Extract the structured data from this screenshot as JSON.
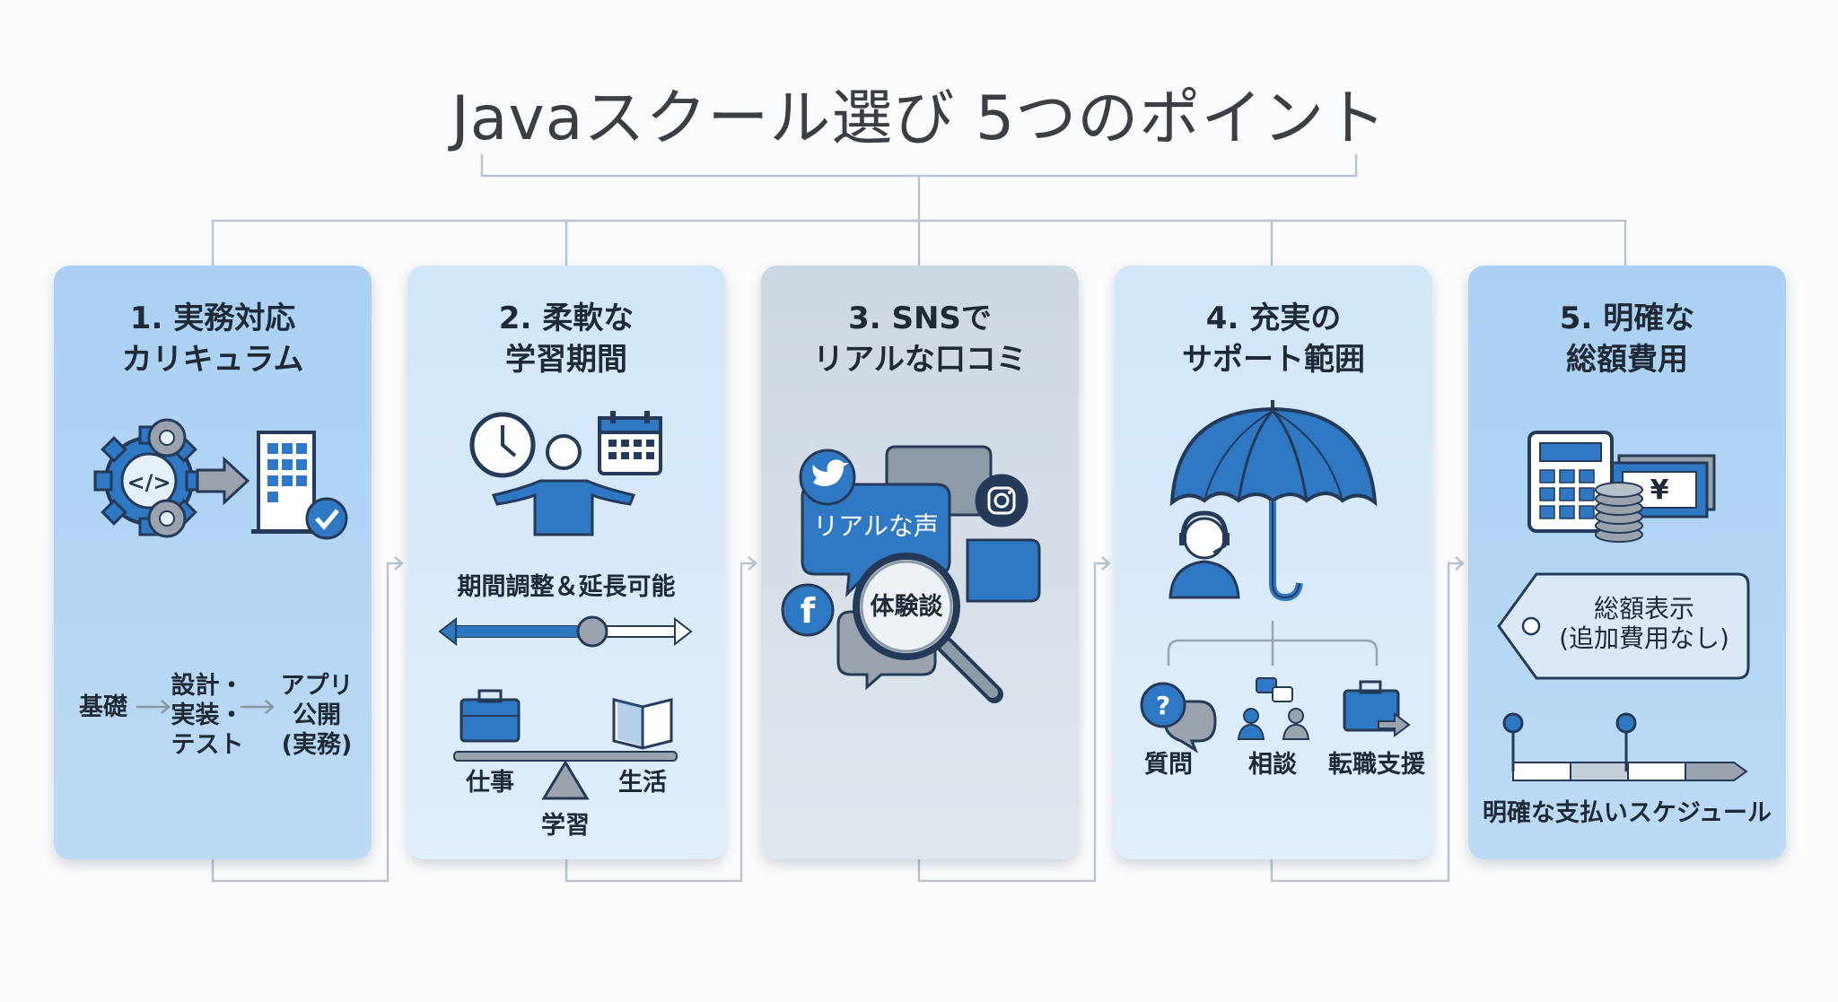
{
  "title": "Javaスクール選び 5つのポイント",
  "colors": {
    "accent": "#2f78c4",
    "dark": "#253a58",
    "gray": "#9aa3ad"
  },
  "cards": [
    {
      "title_line1": "1. 実務対応",
      "title_line2": "カリキュラム",
      "icons": [
        "gear-code-icon",
        "arrow-right-icon",
        "building-icon",
        "check-badge-icon"
      ],
      "steps": [
        {
          "lines": [
            "基礎"
          ]
        },
        {
          "lines": [
            "設計・",
            "実装・",
            "テスト"
          ]
        },
        {
          "lines": [
            "アプリ",
            "公開",
            "(実務)"
          ]
        }
      ]
    },
    {
      "title_line1": "2. 柔軟な",
      "title_line2": "学習期間",
      "icons": [
        "clock-icon",
        "person-icon",
        "calendar-icon",
        "slider-icon",
        "briefcase-icon",
        "book-icon",
        "seesaw-icon"
      ],
      "slider_label": "期間調整＆延長可能",
      "balance_left": "仕事",
      "balance_right": "生活",
      "balance_center": "学習"
    },
    {
      "title_line1": "3. SNSで",
      "title_line2": "リアルな口コミ",
      "icons": [
        "twitter-icon",
        "instagram-icon",
        "facebook-icon",
        "speech-bubble-icon",
        "magnifier-icon"
      ],
      "bubble_text": "リアルな声",
      "lens_text": "体験談"
    },
    {
      "title_line1": "4. 充実の",
      "title_line2": "サポート範囲",
      "icons": [
        "umbrella-icon",
        "support-agent-icon",
        "question-bubble-icon",
        "consult-group-icon",
        "career-briefcase-icon"
      ],
      "supports": [
        "質問",
        "相談",
        "転職支援"
      ]
    },
    {
      "title_line1": "5. 明確な",
      "title_line2": "総額費用",
      "icons": [
        "calculator-icon",
        "coins-icon",
        "banknote-icon",
        "price-tag-icon",
        "schedule-timeline-icon"
      ],
      "banknote_symbol": "¥",
      "tag_line1": "総額表示",
      "tag_line2": "(追加費用なし)",
      "schedule_label": "明確な支払いスケジュール"
    }
  ]
}
